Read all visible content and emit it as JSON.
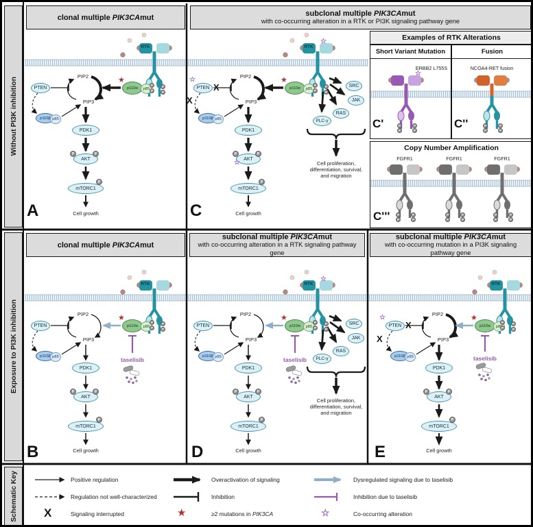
{
  "sidebar": {
    "row1": "Without PI3K inhibition",
    "row2": "Exposure to PI3K inhibition",
    "row3": "Schematic Key"
  },
  "headers": {
    "clonal": {
      "pre": "clonal multiple ",
      "gene": "PIK3CA",
      "post": "mut"
    },
    "subclonal": {
      "pre": "subclonal multiple ",
      "gene": "PIK3CA",
      "post": "mut"
    },
    "c_line2": "with co-occurring alteration in a RTK or PI3K signaling pathway gene",
    "d_line2": "with co-occurring alteration in a RTK signaling pathway gene",
    "e_line2": "with co-occurring mutation in a PI3K signaling pathway gene"
  },
  "panels": {
    "a": "A",
    "b": "B",
    "c": "C",
    "d": "D",
    "e": "E"
  },
  "examples": {
    "title": "Examples of RTK Alterations",
    "svm_header": "Short Variant Mutation",
    "svm_label": "ERBB2 L755S",
    "svm_panel": "C'",
    "fusion_header": "Fusion",
    "fusion_label": "NCOA4-RET fusion",
    "fusion_panel": "C''",
    "cna_header": "Copy Number Amplification",
    "cna_receptor": "FGFR1",
    "cna_panel": "C'''"
  },
  "pathway": {
    "rtk": "RTK",
    "pten": "PTEN",
    "pip2": "PIP2",
    "pip3": "PIP3",
    "p110a": "p110α",
    "p85": "p85",
    "p110b": "p110β",
    "pdk1": "PDK1",
    "akt": "AKT",
    "mtorc1": "mTORC1",
    "cell_growth": "Cell growth",
    "src": "SRC",
    "jak": "JAK",
    "ras": "RAS",
    "plcg": "PLC-γ",
    "taselisib": "taselisib",
    "phospho": "P",
    "interrupted_mark": "X",
    "prolif_line1": "Cell proliferation,",
    "prolif_line2": "differentiation, survival,",
    "prolif_line3": "and migration"
  },
  "key": {
    "positive": "Positive regulation",
    "not_characterized": "Regulation not well-characterized",
    "interrupted": "Signaling interrupted",
    "overactivation": "Overactivation of signaling",
    "inhibition": "Inhibition",
    "mutations_pre": "≥2 mutations in ",
    "mutations_gene": "PIK3CA",
    "dysregulated": "Dysregulated signaling due to taselisib",
    "taselisib_inhibition": "Inhibition due to taselisib",
    "cooccurring": "Co-occurring alteration"
  },
  "icons": {
    "red_star": "★",
    "open_star": "☆"
  },
  "colors": {
    "teal_dark": "#2493a2",
    "teal_light": "#a6d9df",
    "purple": "#8e5fa8",
    "purple_star": "#a05fc0",
    "red_star": "#b0322f",
    "gray_blue_arrow": "#8fafc8",
    "green_p110a": "#8fc88e",
    "blue_p110b": "#a8ccec",
    "orange_fusion": "#d2622c",
    "gray_receptor": "#6f6f6f",
    "node_fill": "#dcf0f6",
    "node_border": "#3f93ad",
    "header_bg": "#dcdcdc",
    "membrane": "#e9f1f6"
  }
}
